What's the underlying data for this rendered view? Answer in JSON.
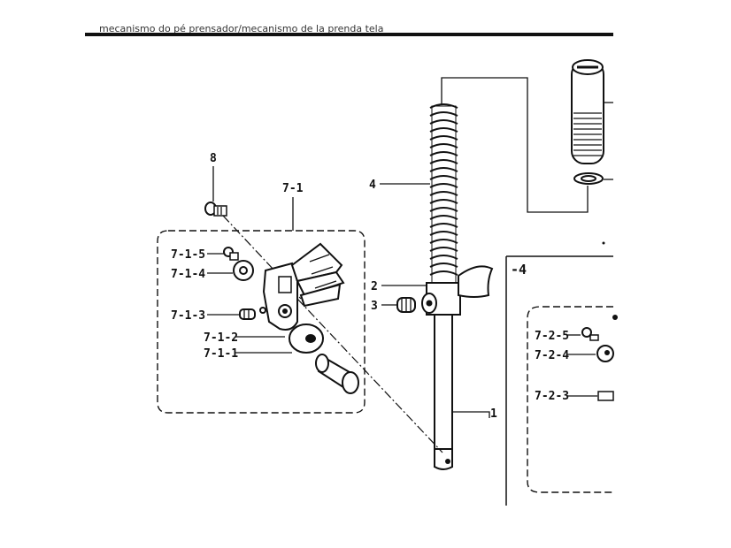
{
  "header": {
    "text": "mecanismo do pé prensador/mecanismo de la prenda tela"
  },
  "labels": {
    "part_8": "8",
    "part_7_1": "7-1",
    "part_7_1_5": "7-1-5",
    "part_7_1_4": "7-1-4",
    "part_7_1_3": "7-1-3",
    "part_7_1_2": "7-1-2",
    "part_7_1_1": "7-1-1",
    "part_4": "4",
    "part_2": "2",
    "part_3": "3",
    "part_1": "1",
    "panel_right_title": "-4",
    "part_7_2_5": "7-2-5",
    "part_7_2_4": "7-2-4",
    "part_7_2_3": "7-2-3"
  }
}
